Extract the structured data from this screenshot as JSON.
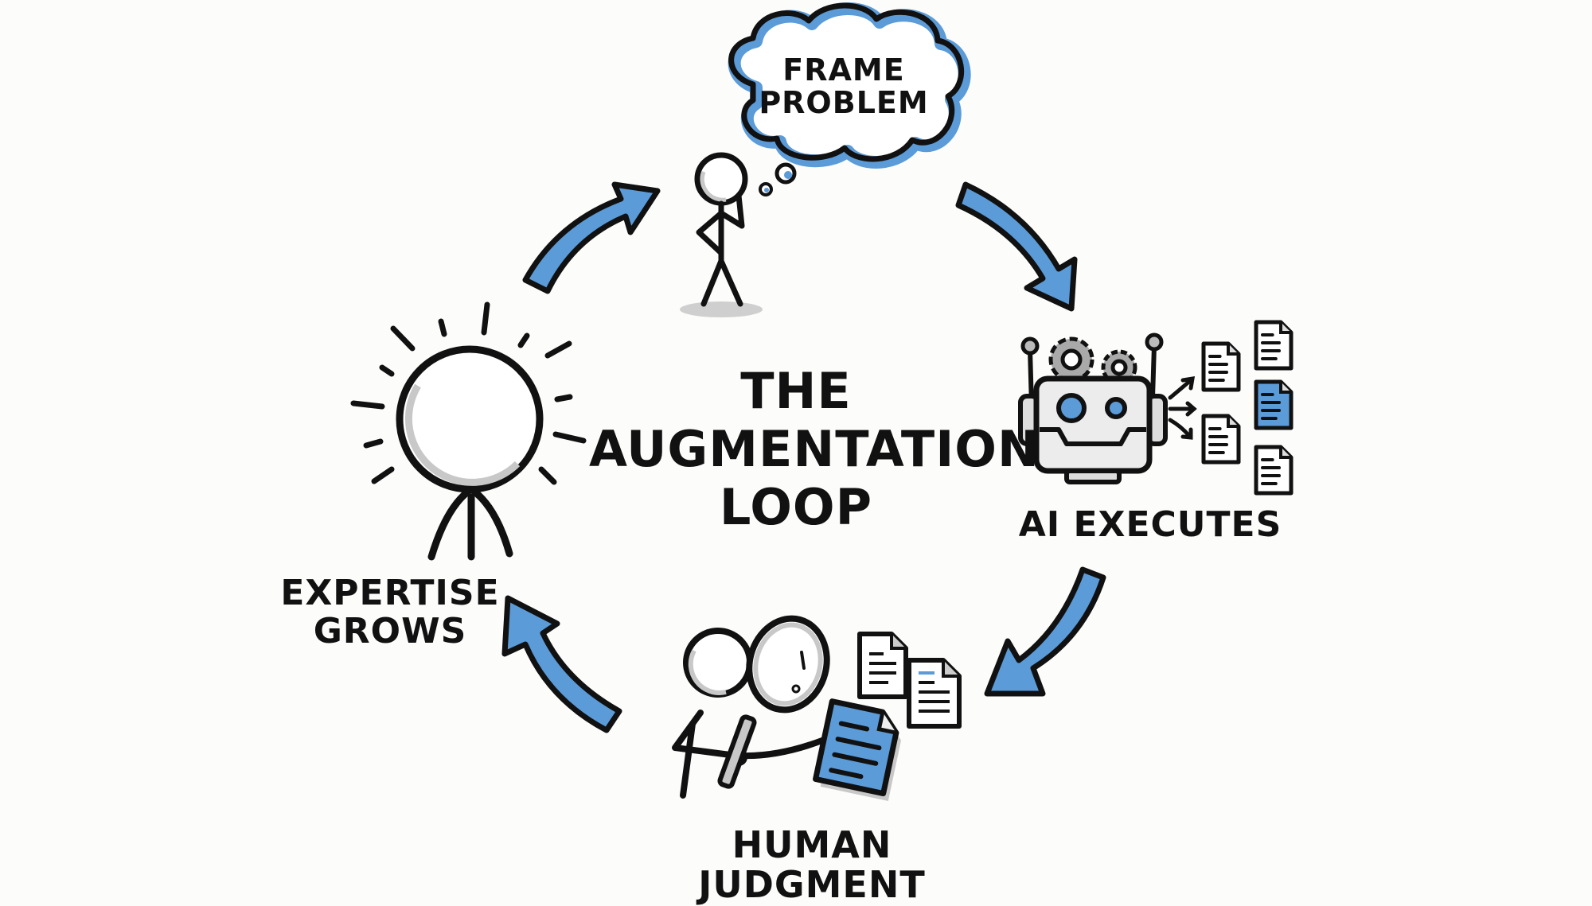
{
  "diagram": {
    "title": "THE\nAUGMENTATION\nLOOP",
    "type": "cycle",
    "colors": {
      "accent_blue": "#5b9bd8",
      "ink": "#111111",
      "shade_gray": "#c8c8c8",
      "gear_gray": "#a9a9a9",
      "background": "#fcfcfa"
    },
    "steps": [
      {
        "id": "frame",
        "label": "FRAME\nPROBLEM",
        "icon": "thinking-person-with-thought-cloud"
      },
      {
        "id": "execute",
        "label": "AI EXECUTES",
        "icon": "robot-with-gears-producing-documents"
      },
      {
        "id": "judge",
        "label": "HUMAN JUDGMENT",
        "icon": "person-with-magnifying-glass-reviewing-document"
      },
      {
        "id": "grow",
        "label": "EXPERTISE\nGROWS",
        "icon": "person-with-radiating-head"
      }
    ],
    "arrows": [
      {
        "from": "grow",
        "to": "frame",
        "direction": "clockwise"
      },
      {
        "from": "frame",
        "to": "execute",
        "direction": "clockwise"
      },
      {
        "from": "execute",
        "to": "judge",
        "direction": "clockwise"
      },
      {
        "from": "judge",
        "to": "grow",
        "direction": "clockwise"
      }
    ]
  }
}
